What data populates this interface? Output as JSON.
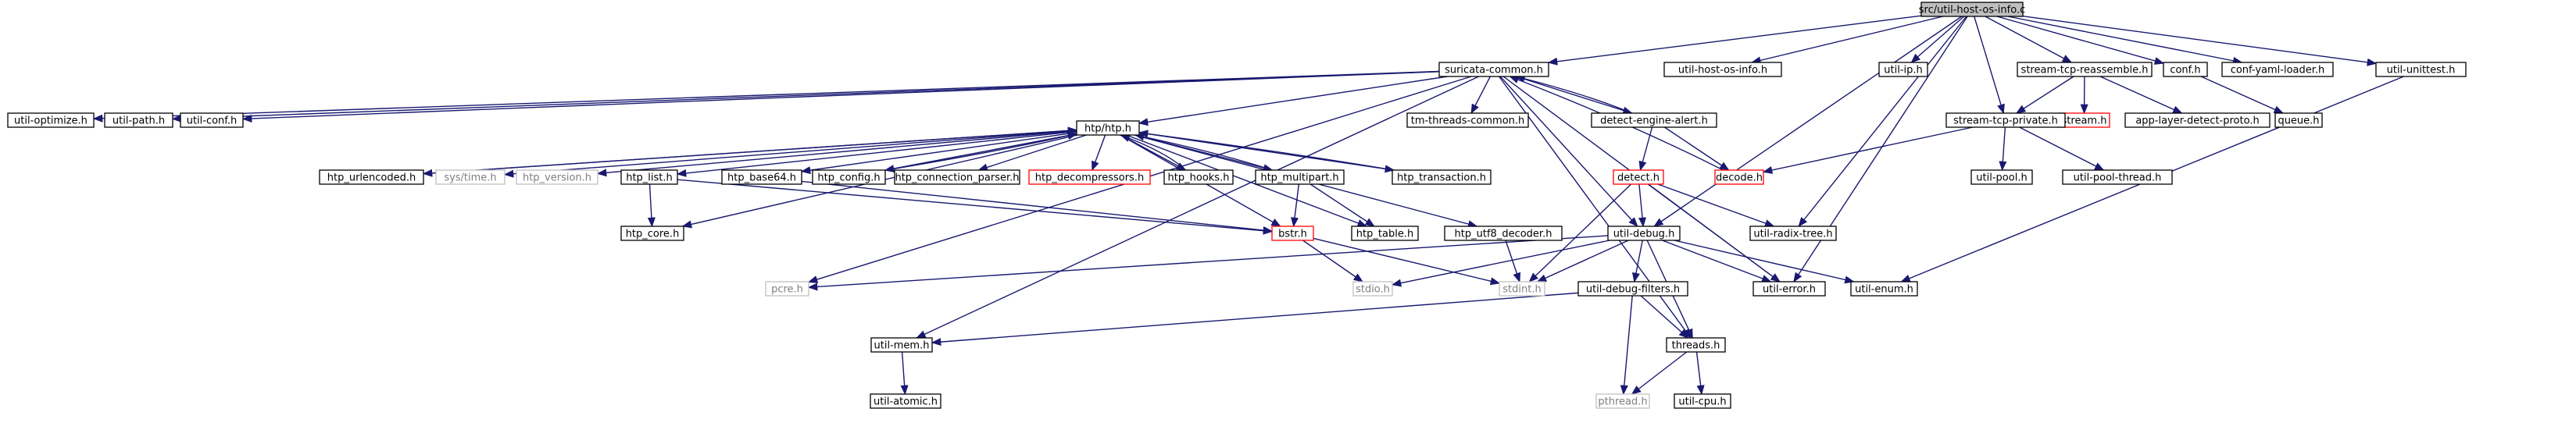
{
  "diagram": {
    "type": "include-dependency-graph",
    "colors": {
      "edge": "#191970",
      "node_border": "#000000",
      "root_fill": "#bfbfbf",
      "missing_border": "#ff0000",
      "system_header_border": "#bfbfbf",
      "system_header_text": "#7f7f7f"
    },
    "nodes": [
      {
        "id": "root",
        "label": "src/util-host-os-info.c",
        "style": "root"
      },
      {
        "id": "suricata_common",
        "label": "suricata-common.h",
        "style": "normal"
      },
      {
        "id": "util_host_os_info",
        "label": "util-host-os-info.h",
        "style": "normal"
      },
      {
        "id": "util_ip",
        "label": "util-ip.h",
        "style": "normal"
      },
      {
        "id": "stream_tcp_reassemble",
        "label": "stream-tcp-reassemble.h",
        "style": "normal"
      },
      {
        "id": "conf",
        "label": "conf.h",
        "style": "normal"
      },
      {
        "id": "conf_yaml_loader",
        "label": "conf-yaml-loader.h",
        "style": "normal"
      },
      {
        "id": "util_unittest",
        "label": "util-unittest.h",
        "style": "normal"
      },
      {
        "id": "util_optimize",
        "label": "util-optimize.h",
        "style": "normal"
      },
      {
        "id": "util_path",
        "label": "util-path.h",
        "style": "normal"
      },
      {
        "id": "util_conf",
        "label": "util-conf.h",
        "style": "normal"
      },
      {
        "id": "htp",
        "label": "htp/htp.h",
        "style": "normal"
      },
      {
        "id": "tm_threads_common",
        "label": "tm-threads-common.h",
        "style": "normal"
      },
      {
        "id": "detect_engine_alert",
        "label": "detect-engine-alert.h",
        "style": "normal"
      },
      {
        "id": "stream",
        "label": "stream.h",
        "style": "missing"
      },
      {
        "id": "stream_tcp_private",
        "label": "stream-tcp-private.h",
        "style": "normal"
      },
      {
        "id": "app_layer_detect_proto",
        "label": "app-layer-detect-proto.h",
        "style": "normal"
      },
      {
        "id": "queue",
        "label": "queue.h",
        "style": "normal"
      },
      {
        "id": "htp_urlencoded",
        "label": "htp_urlencoded.h",
        "style": "normal"
      },
      {
        "id": "sys_time",
        "label": "sys/time.h",
        "style": "system"
      },
      {
        "id": "htp_version",
        "label": "htp_version.h",
        "style": "system"
      },
      {
        "id": "htp_list",
        "label": "htp_list.h",
        "style": "normal"
      },
      {
        "id": "htp_base64",
        "label": "htp_base64.h",
        "style": "normal"
      },
      {
        "id": "htp_config",
        "label": "htp_config.h",
        "style": "normal"
      },
      {
        "id": "htp_connection_parser",
        "label": "htp_connection_parser.h",
        "style": "normal"
      },
      {
        "id": "htp_decompressors",
        "label": "htp_decompressors.h",
        "style": "missing"
      },
      {
        "id": "htp_hooks",
        "label": "htp_hooks.h",
        "style": "normal"
      },
      {
        "id": "htp_multipart",
        "label": "htp_multipart.h",
        "style": "normal"
      },
      {
        "id": "htp_transaction",
        "label": "htp_transaction.h",
        "style": "normal"
      },
      {
        "id": "detect",
        "label": "detect.h",
        "style": "missing"
      },
      {
        "id": "decode",
        "label": "decode.h",
        "style": "missing"
      },
      {
        "id": "util_pool",
        "label": "util-pool.h",
        "style": "normal"
      },
      {
        "id": "util_pool_thread",
        "label": "util-pool-thread.h",
        "style": "normal"
      },
      {
        "id": "htp_core",
        "label": "htp_core.h",
        "style": "normal"
      },
      {
        "id": "bstr",
        "label": "bstr.h",
        "style": "missing"
      },
      {
        "id": "htp_table",
        "label": "htp_table.h",
        "style": "normal"
      },
      {
        "id": "htp_utf8_decoder",
        "label": "htp_utf8_decoder.h",
        "style": "normal"
      },
      {
        "id": "util_debug",
        "label": "util-debug.h",
        "style": "normal"
      },
      {
        "id": "util_radix_tree",
        "label": "util-radix-tree.h",
        "style": "normal"
      },
      {
        "id": "pcre",
        "label": "pcre.h",
        "style": "system"
      },
      {
        "id": "stdio",
        "label": "stdio.h",
        "style": "system"
      },
      {
        "id": "stdint",
        "label": "stdint.h",
        "style": "system"
      },
      {
        "id": "util_error",
        "label": "util-error.h",
        "style": "normal"
      },
      {
        "id": "util_enum",
        "label": "util-enum.h",
        "style": "normal"
      },
      {
        "id": "util_mem",
        "label": "util-mem.h",
        "style": "normal"
      },
      {
        "id": "util_debug_filters",
        "label": "util-debug-filters.h",
        "style": "normal"
      },
      {
        "id": "threads",
        "label": "threads.h",
        "style": "normal"
      },
      {
        "id": "util_atomic",
        "label": "util-atomic.h",
        "style": "normal"
      },
      {
        "id": "pthread",
        "label": "pthread.h",
        "style": "system"
      },
      {
        "id": "util_cpu",
        "label": "util-cpu.h",
        "style": "normal"
      }
    ],
    "edges": [
      [
        "root",
        "suricata_common"
      ],
      [
        "root",
        "util_host_os_info"
      ],
      [
        "root",
        "util_ip"
      ],
      [
        "root",
        "stream_tcp_reassemble"
      ],
      [
        "root",
        "conf"
      ],
      [
        "root",
        "conf_yaml_loader"
      ],
      [
        "root",
        "util_unittest"
      ],
      [
        "root",
        "stream_tcp_private"
      ],
      [
        "root",
        "util_debug"
      ],
      [
        "root",
        "util_radix_tree"
      ],
      [
        "root",
        "util_error"
      ],
      [
        "suricata_common",
        "util_optimize"
      ],
      [
        "suricata_common",
        "util_path"
      ],
      [
        "suricata_common",
        "util_conf"
      ],
      [
        "suricata_common",
        "htp"
      ],
      [
        "suricata_common",
        "tm_threads_common"
      ],
      [
        "suricata_common",
        "detect_engine_alert"
      ],
      [
        "suricata_common",
        "pcre"
      ],
      [
        "suricata_common",
        "util_mem"
      ],
      [
        "suricata_common",
        "util_debug"
      ],
      [
        "suricata_common",
        "util_error"
      ],
      [
        "suricata_common",
        "threads"
      ],
      [
        "stream_tcp_reassemble",
        "stream"
      ],
      [
        "stream_tcp_reassemble",
        "stream_tcp_private"
      ],
      [
        "stream_tcp_reassemble",
        "app_layer_detect_proto"
      ],
      [
        "conf",
        "queue"
      ],
      [
        "stream_tcp_private",
        "decode"
      ],
      [
        "stream_tcp_private",
        "util_pool"
      ],
      [
        "stream_tcp_private",
        "util_pool_thread"
      ],
      [
        "util_unittest",
        "util_enum"
      ],
      [
        "htp",
        "htp_urlencoded"
      ],
      [
        "htp",
        "sys_time"
      ],
      [
        "htp",
        "htp_version"
      ],
      [
        "htp",
        "htp_list"
      ],
      [
        "htp",
        "htp_base64"
      ],
      [
        "htp",
        "htp_config"
      ],
      [
        "htp",
        "htp_connection_parser"
      ],
      [
        "htp",
        "htp_decompressors"
      ],
      [
        "htp",
        "htp_hooks"
      ],
      [
        "htp",
        "htp_multipart"
      ],
      [
        "htp",
        "htp_transaction"
      ],
      [
        "htp",
        "htp_core"
      ],
      [
        "htp",
        "bstr"
      ],
      [
        "htp",
        "htp_table"
      ],
      [
        "htp",
        "htp_utf8_decoder"
      ],
      [
        "htp_urlencoded",
        "htp"
      ],
      [
        "htp_config",
        "htp"
      ],
      [
        "htp_hooks",
        "htp"
      ],
      [
        "htp_transaction",
        "htp"
      ],
      [
        "htp_multipart",
        "htp"
      ],
      [
        "htp_list",
        "htp_core"
      ],
      [
        "htp_list",
        "bstr"
      ],
      [
        "htp_base64",
        "bstr"
      ],
      [
        "htp_multipart",
        "bstr"
      ],
      [
        "htp_multipart",
        "htp_table"
      ],
      [
        "bstr",
        "stdio"
      ],
      [
        "bstr",
        "stdint"
      ],
      [
        "htp_utf8_decoder",
        "stdint"
      ],
      [
        "detect_engine_alert",
        "suricata_common"
      ],
      [
        "detect_engine_alert",
        "detect"
      ],
      [
        "detect_engine_alert",
        "decode"
      ],
      [
        "decode",
        "suricata_common"
      ],
      [
        "detect",
        "util_debug"
      ],
      [
        "detect",
        "util_radix_tree"
      ],
      [
        "detect",
        "util_error"
      ],
      [
        "detect",
        "stdint"
      ],
      [
        "util_debug",
        "pcre"
      ],
      [
        "util_debug",
        "stdio"
      ],
      [
        "util_debug",
        "stdint"
      ],
      [
        "util_debug",
        "util_error"
      ],
      [
        "util_debug",
        "util_enum"
      ],
      [
        "util_debug",
        "util_debug_filters"
      ],
      [
        "util_debug",
        "threads"
      ],
      [
        "util_debug_filters",
        "util_mem"
      ],
      [
        "util_debug_filters",
        "threads"
      ],
      [
        "util_debug_filters",
        "pthread"
      ],
      [
        "util_mem",
        "util_atomic"
      ],
      [
        "threads",
        "pthread"
      ],
      [
        "threads",
        "util_cpu"
      ]
    ]
  }
}
